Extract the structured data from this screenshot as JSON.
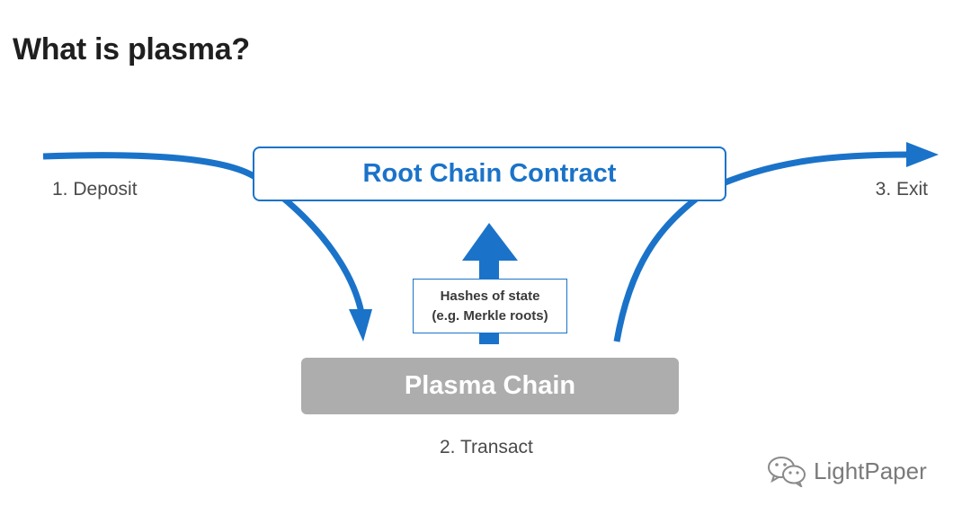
{
  "title": "What is plasma?",
  "labels": {
    "deposit": "1. Deposit",
    "exit": "3. Exit",
    "transact": "2. Transact"
  },
  "root_chain": {
    "label": "Root Chain Contract"
  },
  "plasma_chain": {
    "label": "Plasma Chain"
  },
  "hashes": {
    "line1": "Hashes of state",
    "line2": "(e.g. Merkle roots)"
  },
  "watermark": {
    "text": "LightPaper",
    "icon": "wechat-icon"
  },
  "colors": {
    "accent": "#1a73c9",
    "plasma": "#adadad",
    "text": "#4a4a4a"
  }
}
